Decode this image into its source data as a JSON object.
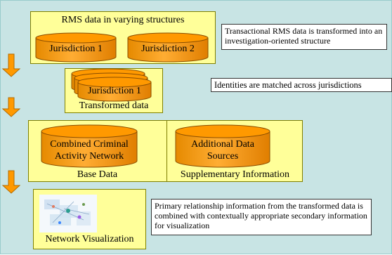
{
  "colors": {
    "background": "#c8e4e4",
    "box_fill": "#ffff99",
    "cylinder_fill": "#ff9900",
    "arrow": "#ff9900",
    "note_fill": "#ffffff"
  },
  "stage1": {
    "title": "RMS data in varying structures",
    "cylinders": [
      "Jurisdiction 1",
      "Jurisdiction 2"
    ],
    "note": "Transactional RMS data is transformed into an investigation-oriented structure"
  },
  "stage2": {
    "cylinder": "Jurisdiction 1",
    "caption": "Transformed data",
    "note": "Identities are matched across jurisdictions"
  },
  "stage3": {
    "left_cylinder": "Combined Criminal Activity Network",
    "left_caption": "Base Data",
    "right_cylinder": "Additional Data Sources",
    "right_caption": "Supplementary Information"
  },
  "stage4": {
    "caption": "Network Visualization",
    "note": "Primary relationship information from the transformed data is combined with contextually appropriate secondary information for visualization"
  }
}
